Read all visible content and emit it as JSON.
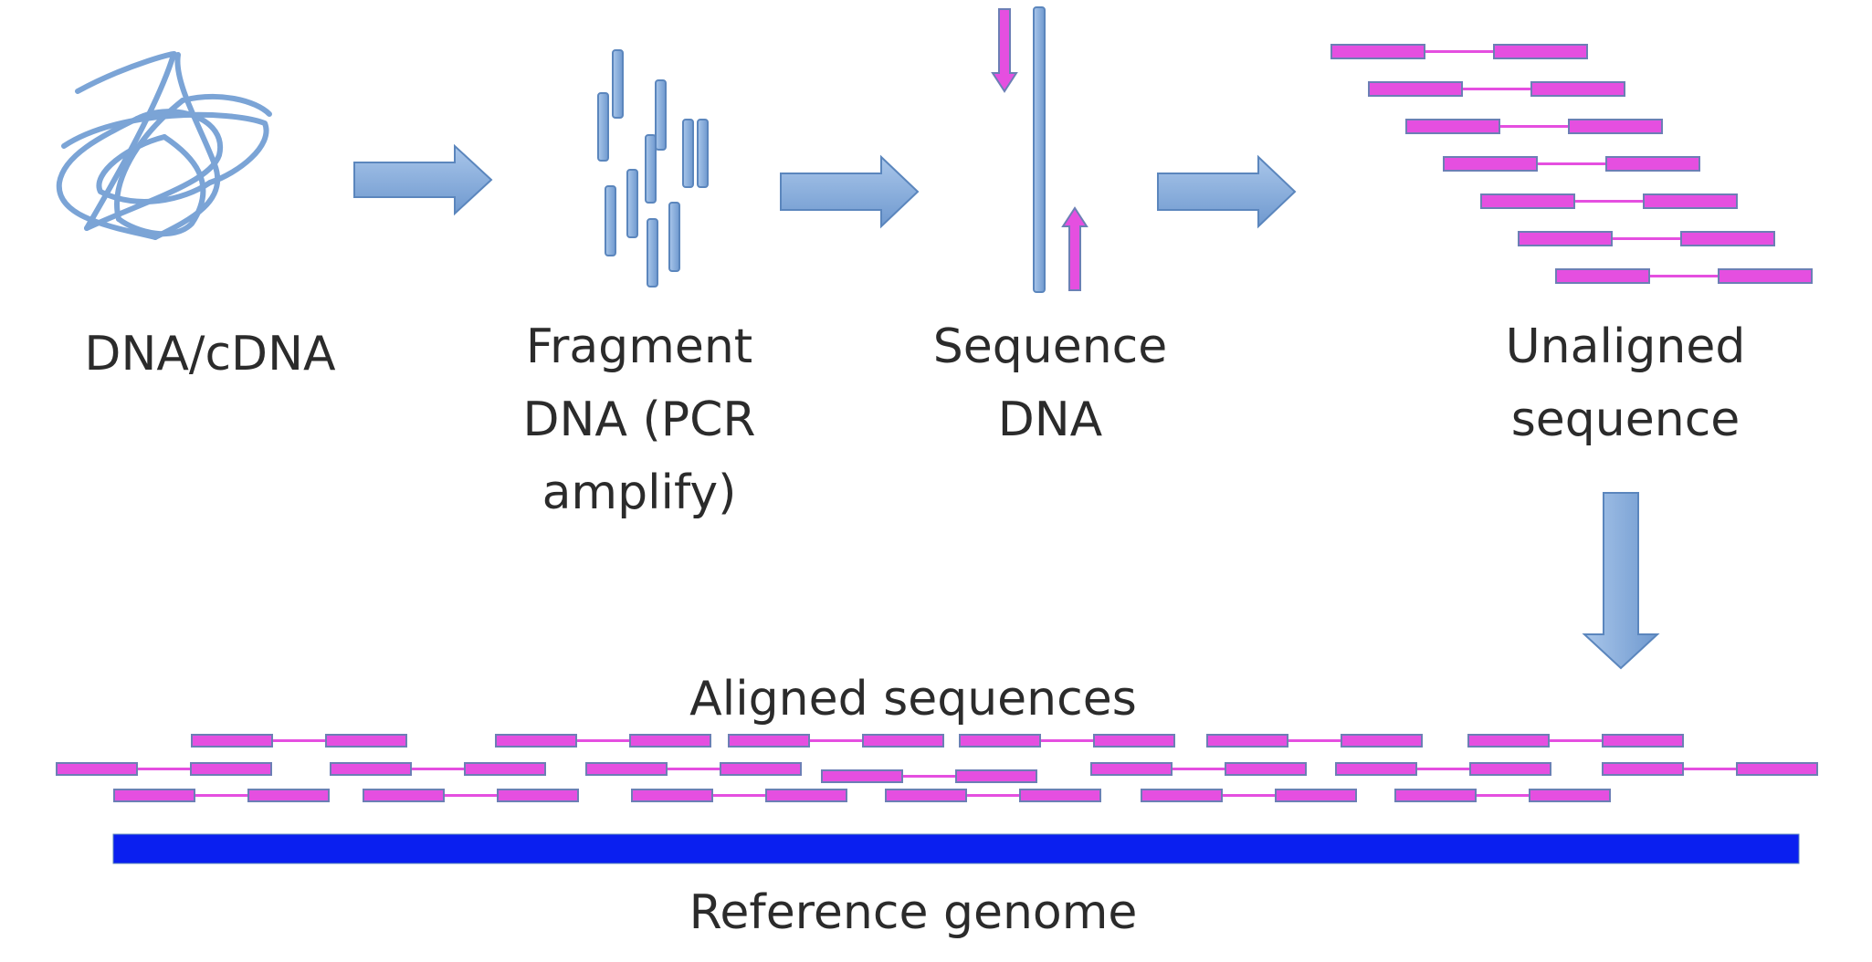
{
  "labels": {
    "dna": "DNA/cDNA",
    "fragment": "Fragment\nDNA (PCR\namplify)",
    "sequence": "Sequence\nDNA",
    "unaligned": "Unaligned\nsequence",
    "aligned": "Aligned sequences",
    "reference": "Reference genome"
  },
  "colors": {
    "arrow_fill": "#7ba4d6",
    "arrow_stroke": "#5b86bd",
    "read_fill": "#e54fe0",
    "read_stroke": "#6c7fb5",
    "read_link": "#e54fe0",
    "reference": "#0a1ff0",
    "text": "#2b2b2b"
  }
}
